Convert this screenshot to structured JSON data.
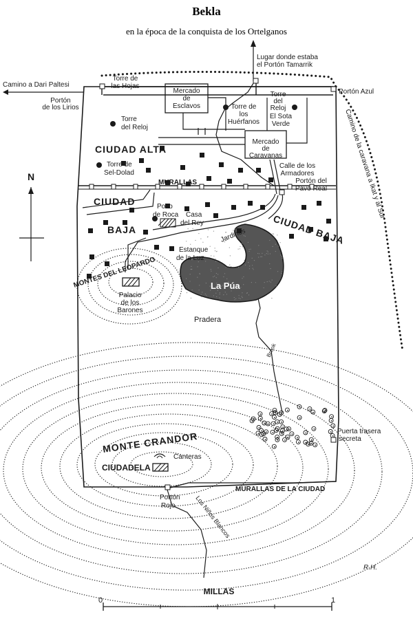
{
  "title": "Bekla",
  "subtitle": "en la época de la conquista de los Ortelganos",
  "compass": {
    "label": "N"
  },
  "scale": {
    "title": "MILLAS",
    "start": "0",
    "end": "1"
  },
  "signature": "R.H.",
  "regions": {
    "ciudad_alta": "CIUDAD ALTA",
    "ciudad_baja_left_1": "CIUDAD",
    "ciudad_baja_left_2": "BAJA",
    "ciudad_baja_right": "CIUDAD BAJA",
    "montes_leopardo": "MONTES DEL LEOPARDO",
    "monte_crandor": "MONTE CRANDOR",
    "ciudadela": "CIUDADELA",
    "la_pua": "La Púa",
    "pradera": "Pradera",
    "murallas": "MURALLAS",
    "murallas_ciudad": "MURALLAS DE LA CIUDAD"
  },
  "labels": {
    "lugar_1": "Lugar donde estaba",
    "lugar_2": "el Portón Tamarrik",
    "camino_dari": "Camino a Dari Paltesi",
    "porton_lirios_1": "Portón",
    "porton_lirios_2": "de los Lirios",
    "torre_hojas_1": "Torre de",
    "torre_hojas_2": "las Hojas",
    "mercado_esclavos_1": "Mercado",
    "mercado_esclavos_2": "de",
    "mercado_esclavos_3": "Esclavos",
    "torre_huerfanos_1": "Torre de",
    "torre_huerfanos_2": "los",
    "torre_huerfanos_3": "Huérfanos",
    "torre_reloj_sota_1": "Torre",
    "torre_reloj_sota_2": "del",
    "torre_reloj_sota_3": "Reloj",
    "torre_reloj_sota_4": "El Sota",
    "torre_reloj_sota_5": "Verde",
    "porton_azul": "Portón Azul",
    "torre_reloj_1": "Torre",
    "torre_reloj_2": "del Reloj",
    "mercado_caravanas_1": "Mercado",
    "mercado_caravanas_2": "de",
    "mercado_caravanas_3": "Caravanas",
    "calle_armadores_1": "Calle de los",
    "calle_armadores_2": "Armadores",
    "porton_pavo_1": "Portón del",
    "porton_pavo_2": "Pavo Real",
    "torre_sel_1": "Torre de",
    "torre_sel_2": "Sel-Dolad",
    "pozo_1": "Pozo",
    "pozo_2": "de Roca",
    "casa_rey_1": "Casa",
    "casa_rey_2": "del Rey",
    "estanque_1": "Estanque",
    "estanque_2": "de la Luz",
    "jardines": "Jardines",
    "palacio_1": "Palacio",
    "palacio_2": "de los",
    "palacio_3": "Barones",
    "brook": "Brook",
    "puerta_trasera_1": "Puerta trasera",
    "puerta_trasera_2": "secreta",
    "canteras": "Canteras",
    "porton_rojo_1": "Portón",
    "porton_rojo_2": "Rojo",
    "ninas_blancas": "Los Niños Blancos",
    "camino_caravana": "Camino de la caravana a Ikat y al Sur"
  }
}
